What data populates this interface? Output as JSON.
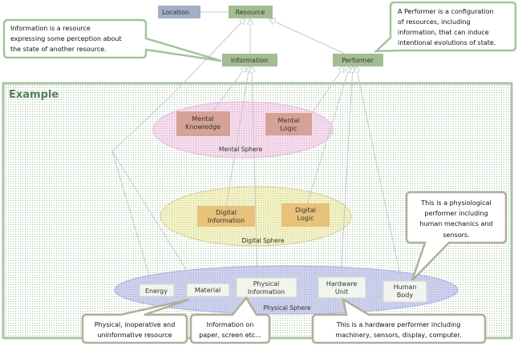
{
  "colors": {
    "frame_border": "#a9c4a9",
    "frame_dots": "#9cbf9c",
    "top_box_green": "#a3bd93",
    "location_box": "#a1aec4",
    "line": "#c8c8c8",
    "mental_ellipse": "#f6dcee",
    "mental_ellipse_stroke": "#e5b8d6",
    "mental_box": "#d6a196",
    "digital_ellipse": "#f3f2c4",
    "digital_ellipse_stroke": "#cfcf99",
    "digital_box": "#e8c17a",
    "physical_ellipse": "#cdd1ef",
    "physical_ellipse_stroke": "#aab0dd",
    "physical_box": "#f2f4ee",
    "note_green_border": "#a3c49b",
    "note_gray_border": "#b0ae9d"
  },
  "top": {
    "location": "Location",
    "resource": "Resource",
    "information": "Information",
    "performer": "Performer"
  },
  "notes": {
    "information": [
      "Information is a resource",
      "expressing some perception  about",
      "the state of another resource."
    ],
    "performer": [
      "A Performer is a configuration",
      "of resources, including",
      "information, that can induce",
      "intentional evolutions of state."
    ],
    "human_body": [
      "This is a physiological",
      "performer including",
      "human mechanics and",
      "sensors."
    ],
    "material": [
      "Physical, inoperative and",
      "uninformative resource"
    ],
    "physical_information": [
      "Information on",
      "paper, screen etc..."
    ],
    "hardware": [
      "This is a hardware performer  including",
      "machinery, sensors, display, computer."
    ]
  },
  "example": {
    "title": "Example",
    "mental_sphere": {
      "label": "Mental Sphere",
      "boxes": [
        [
          "Mental",
          "Knowledge"
        ],
        [
          "Mental",
          "Logic"
        ]
      ]
    },
    "digital_sphere": {
      "label": "Digital Sphere",
      "boxes": [
        [
          "Digital",
          "Information"
        ],
        [
          "Digital",
          "Logic"
        ]
      ]
    },
    "physical_sphere": {
      "label": "Physical Sphere",
      "boxes": [
        [
          "Energy"
        ],
        [
          "Material"
        ],
        [
          "Physical",
          "Information"
        ],
        [
          "Hardware",
          "Unit"
        ],
        [
          "Human",
          "Body"
        ]
      ]
    }
  }
}
